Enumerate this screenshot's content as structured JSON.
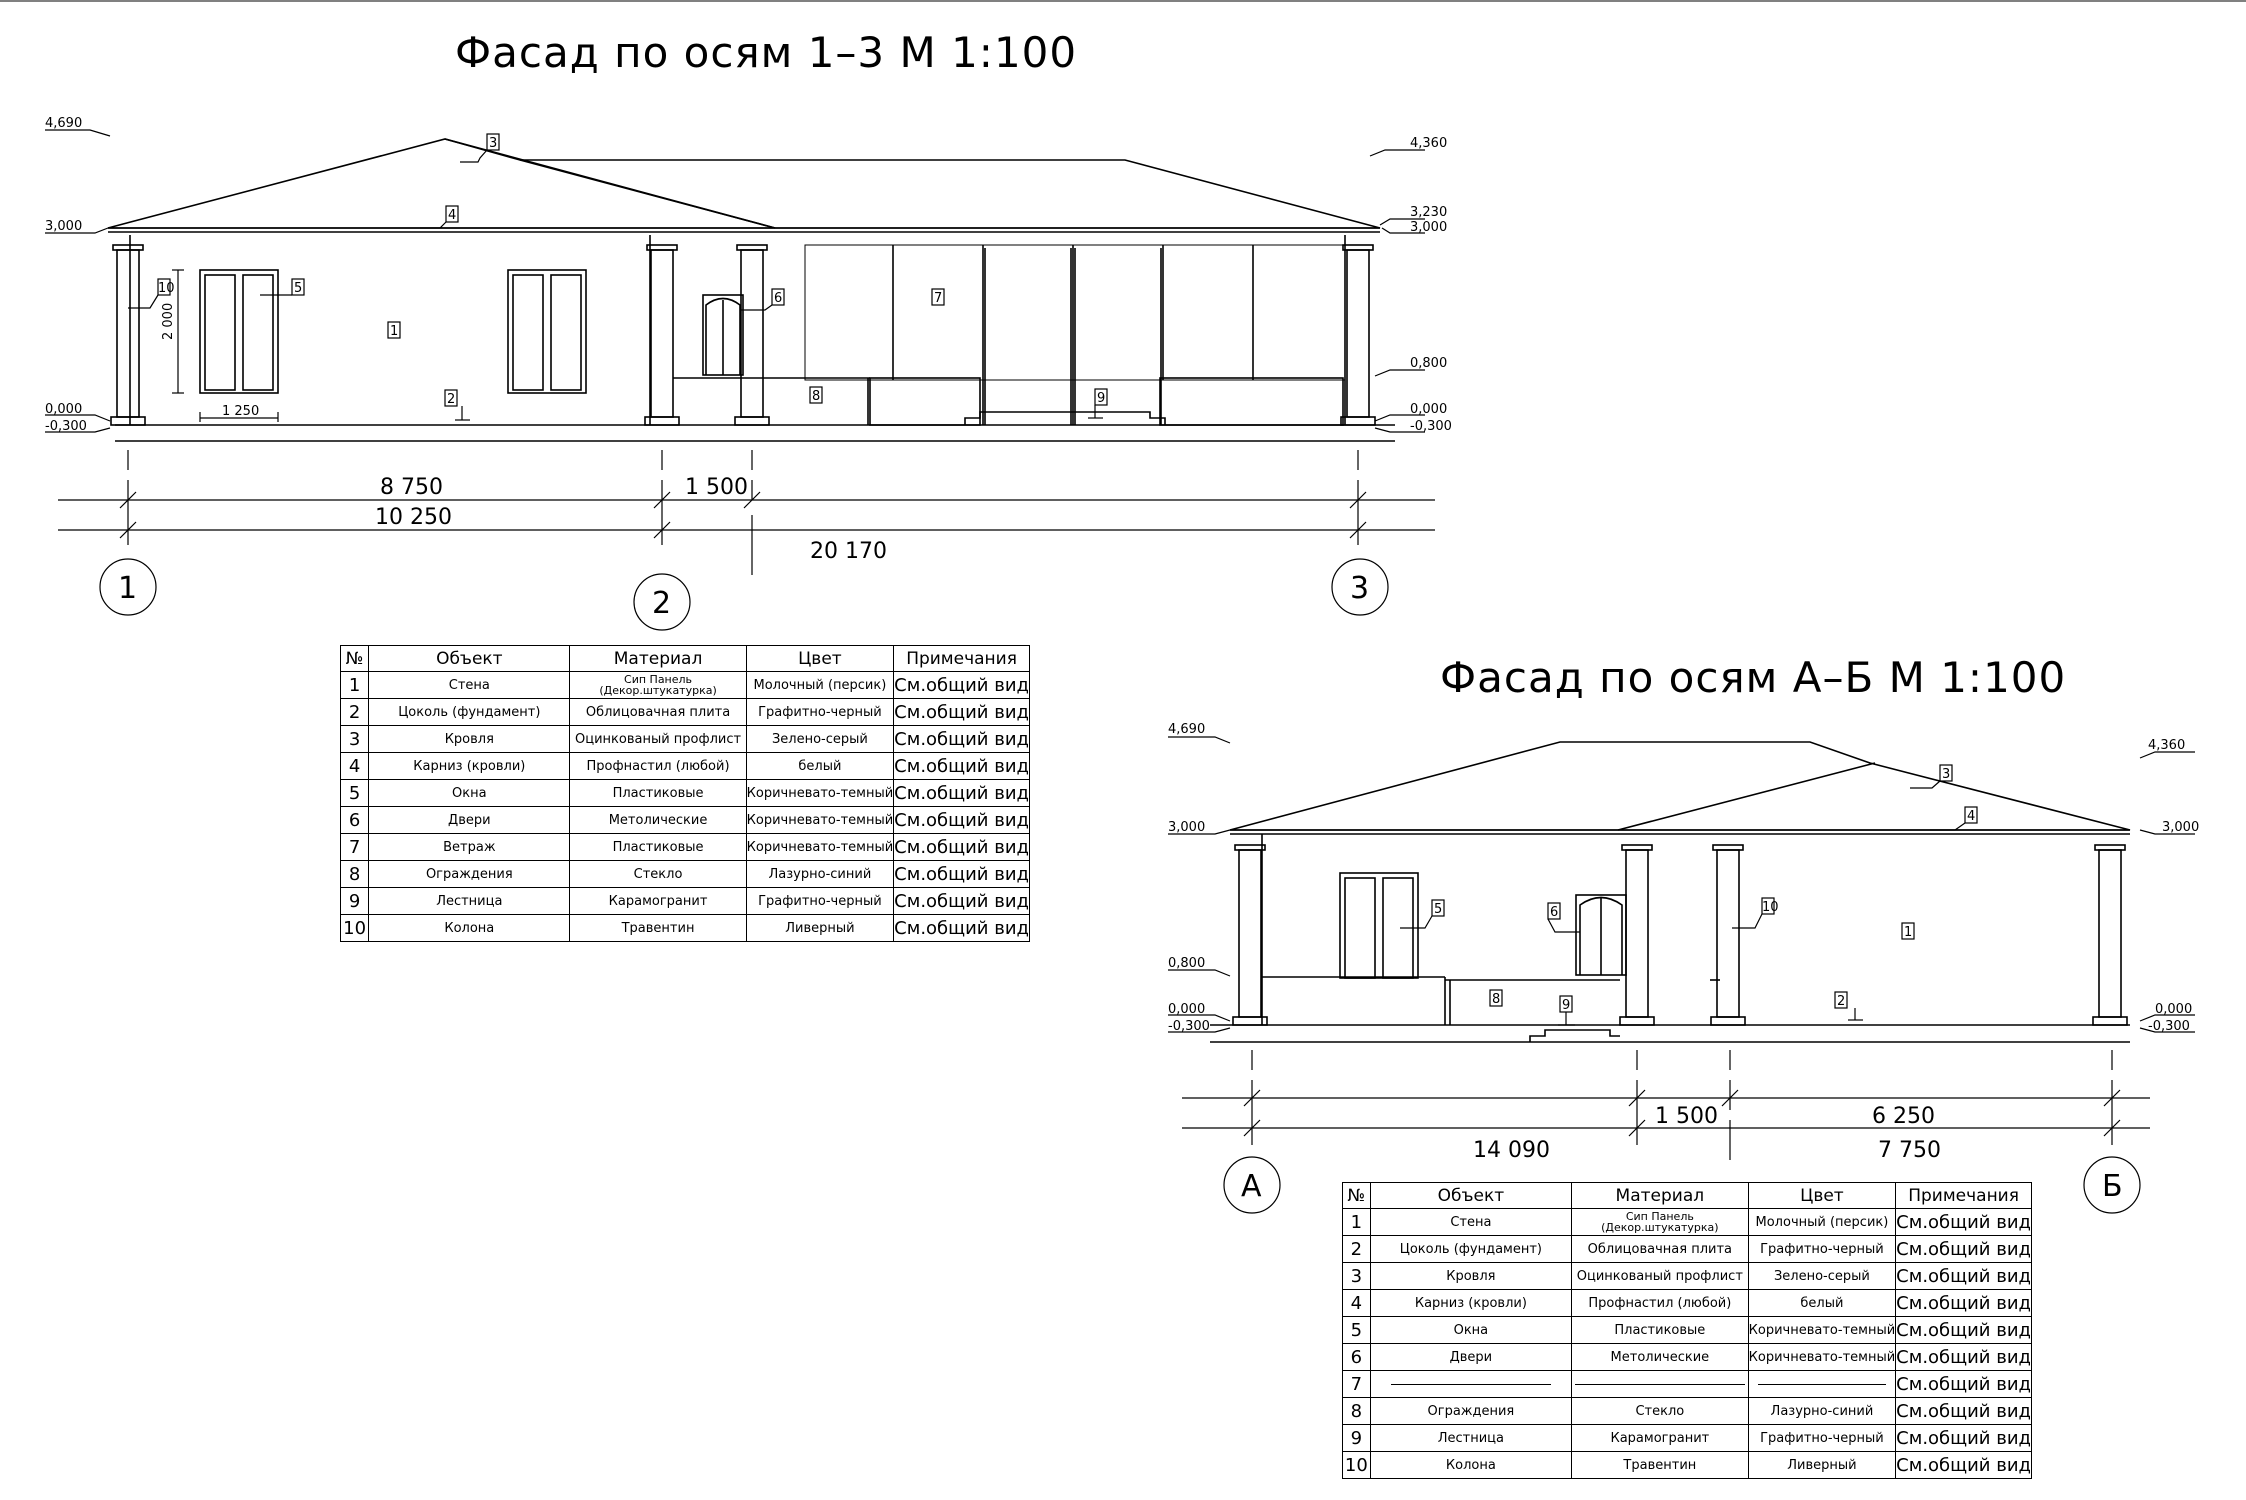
{
  "facade1": {
    "title": "Фасад по осям 1–3  М 1:100",
    "levels": {
      "l4690": "4,690",
      "l4360": "4,360",
      "l3230": "3,230",
      "l3000a": "3,000",
      "l3000b": "3,000",
      "l0800": "0,800",
      "l0000a": "0,000",
      "l0300a": "-0,300",
      "l0000b": "0,000",
      "l0300b": "-0,300"
    },
    "callouts": [
      "1",
      "2",
      "3",
      "4",
      "5",
      "6",
      "7",
      "8",
      "9",
      "10"
    ],
    "dims": {
      "window_h": "2 000",
      "window_w": "1 250",
      "d1": "8 750",
      "d2": "1 500",
      "d3": "10 250",
      "d4": "20 170"
    },
    "axes": [
      "1",
      "2",
      "3"
    ]
  },
  "facade2": {
    "title": "Фасад по осям А–Б  М 1:100",
    "levels": {
      "l4690": "4,690",
      "l4360": "4,360",
      "l3000a": "3,000",
      "l3000b": "3,000",
      "l0800": "0,800",
      "l0000a": "0,000",
      "l0300a": "-0,300",
      "l0000b": "0,000",
      "l0300b": "-0,300"
    },
    "callouts": [
      "1",
      "2",
      "3",
      "4",
      "5",
      "6",
      "8",
      "9",
      "10"
    ],
    "dims": {
      "d1": "1 500",
      "d2": "6 250",
      "d3": "14 090",
      "d4": "7 750"
    },
    "axes": [
      "А",
      "Б"
    ]
  },
  "table_headers": [
    "№",
    "Объект",
    "Материал",
    "Цвет",
    "Примечания"
  ],
  "table1": [
    [
      "1",
      "Стена",
      "Сип Панель (Декор.штукатурка)",
      "Молочный (персик)",
      "См.общий вид"
    ],
    [
      "2",
      "Цоколь (фундамент)",
      "Облицовачная плита",
      "Графитно-черный",
      "См.общий вид"
    ],
    [
      "3",
      "Кровля",
      "Оцинкованый профлист",
      "Зелено-серый",
      "См.общий вид"
    ],
    [
      "4",
      "Карниз (кровли)",
      "Профнастил (любой)",
      "белый",
      "См.общий вид"
    ],
    [
      "5",
      "Окна",
      "Пластиковые",
      "Коричневато-темный",
      "См.общий вид"
    ],
    [
      "6",
      "Двери",
      "Метолические",
      "Коричневато-темный",
      "См.общий вид"
    ],
    [
      "7",
      "Ветраж",
      "Пластиковые",
      "Коричневато-темный",
      "См.общий вид"
    ],
    [
      "8",
      "Ограждения",
      "Стекло",
      "Лазурно-синий",
      "См.общий вид"
    ],
    [
      "9",
      "Лестница",
      "Карамогранит",
      "Графитно-черный",
      "См.общий вид"
    ],
    [
      "10",
      "Колона",
      "Травентин",
      "Ливерный",
      "См.общий вид"
    ]
  ],
  "table2": [
    [
      "1",
      "Стена",
      "Сип Панель (Декор.штукатурка)",
      "Молочный (персик)",
      "См.общий вид"
    ],
    [
      "2",
      "Цоколь (фундамент)",
      "Облицовачная плита",
      "Графитно-черный",
      "См.общий вид"
    ],
    [
      "3",
      "Кровля",
      "Оцинкованый профлист",
      "Зелено-серый",
      "См.общий вид"
    ],
    [
      "4",
      "Карниз (кровли)",
      "Профнастил (любой)",
      "белый",
      "См.общий вид"
    ],
    [
      "5",
      "Окна",
      "Пластиковые",
      "Коричневато-темный",
      "См.общий вид"
    ],
    [
      "6",
      "Двери",
      "Метолические",
      "Коричневато-темный",
      "См.общий вид"
    ],
    [
      "7",
      "",
      "",
      "",
      "См.общий вид"
    ],
    [
      "8",
      "Ограждения",
      "Стекло",
      "Лазурно-синий",
      "См.общий вид"
    ],
    [
      "9",
      "Лестница",
      "Карамогранит",
      "Графитно-черный",
      "См.общий вид"
    ],
    [
      "10",
      "Колона",
      "Травентин",
      "Ливерный",
      "См.общий вид"
    ]
  ]
}
